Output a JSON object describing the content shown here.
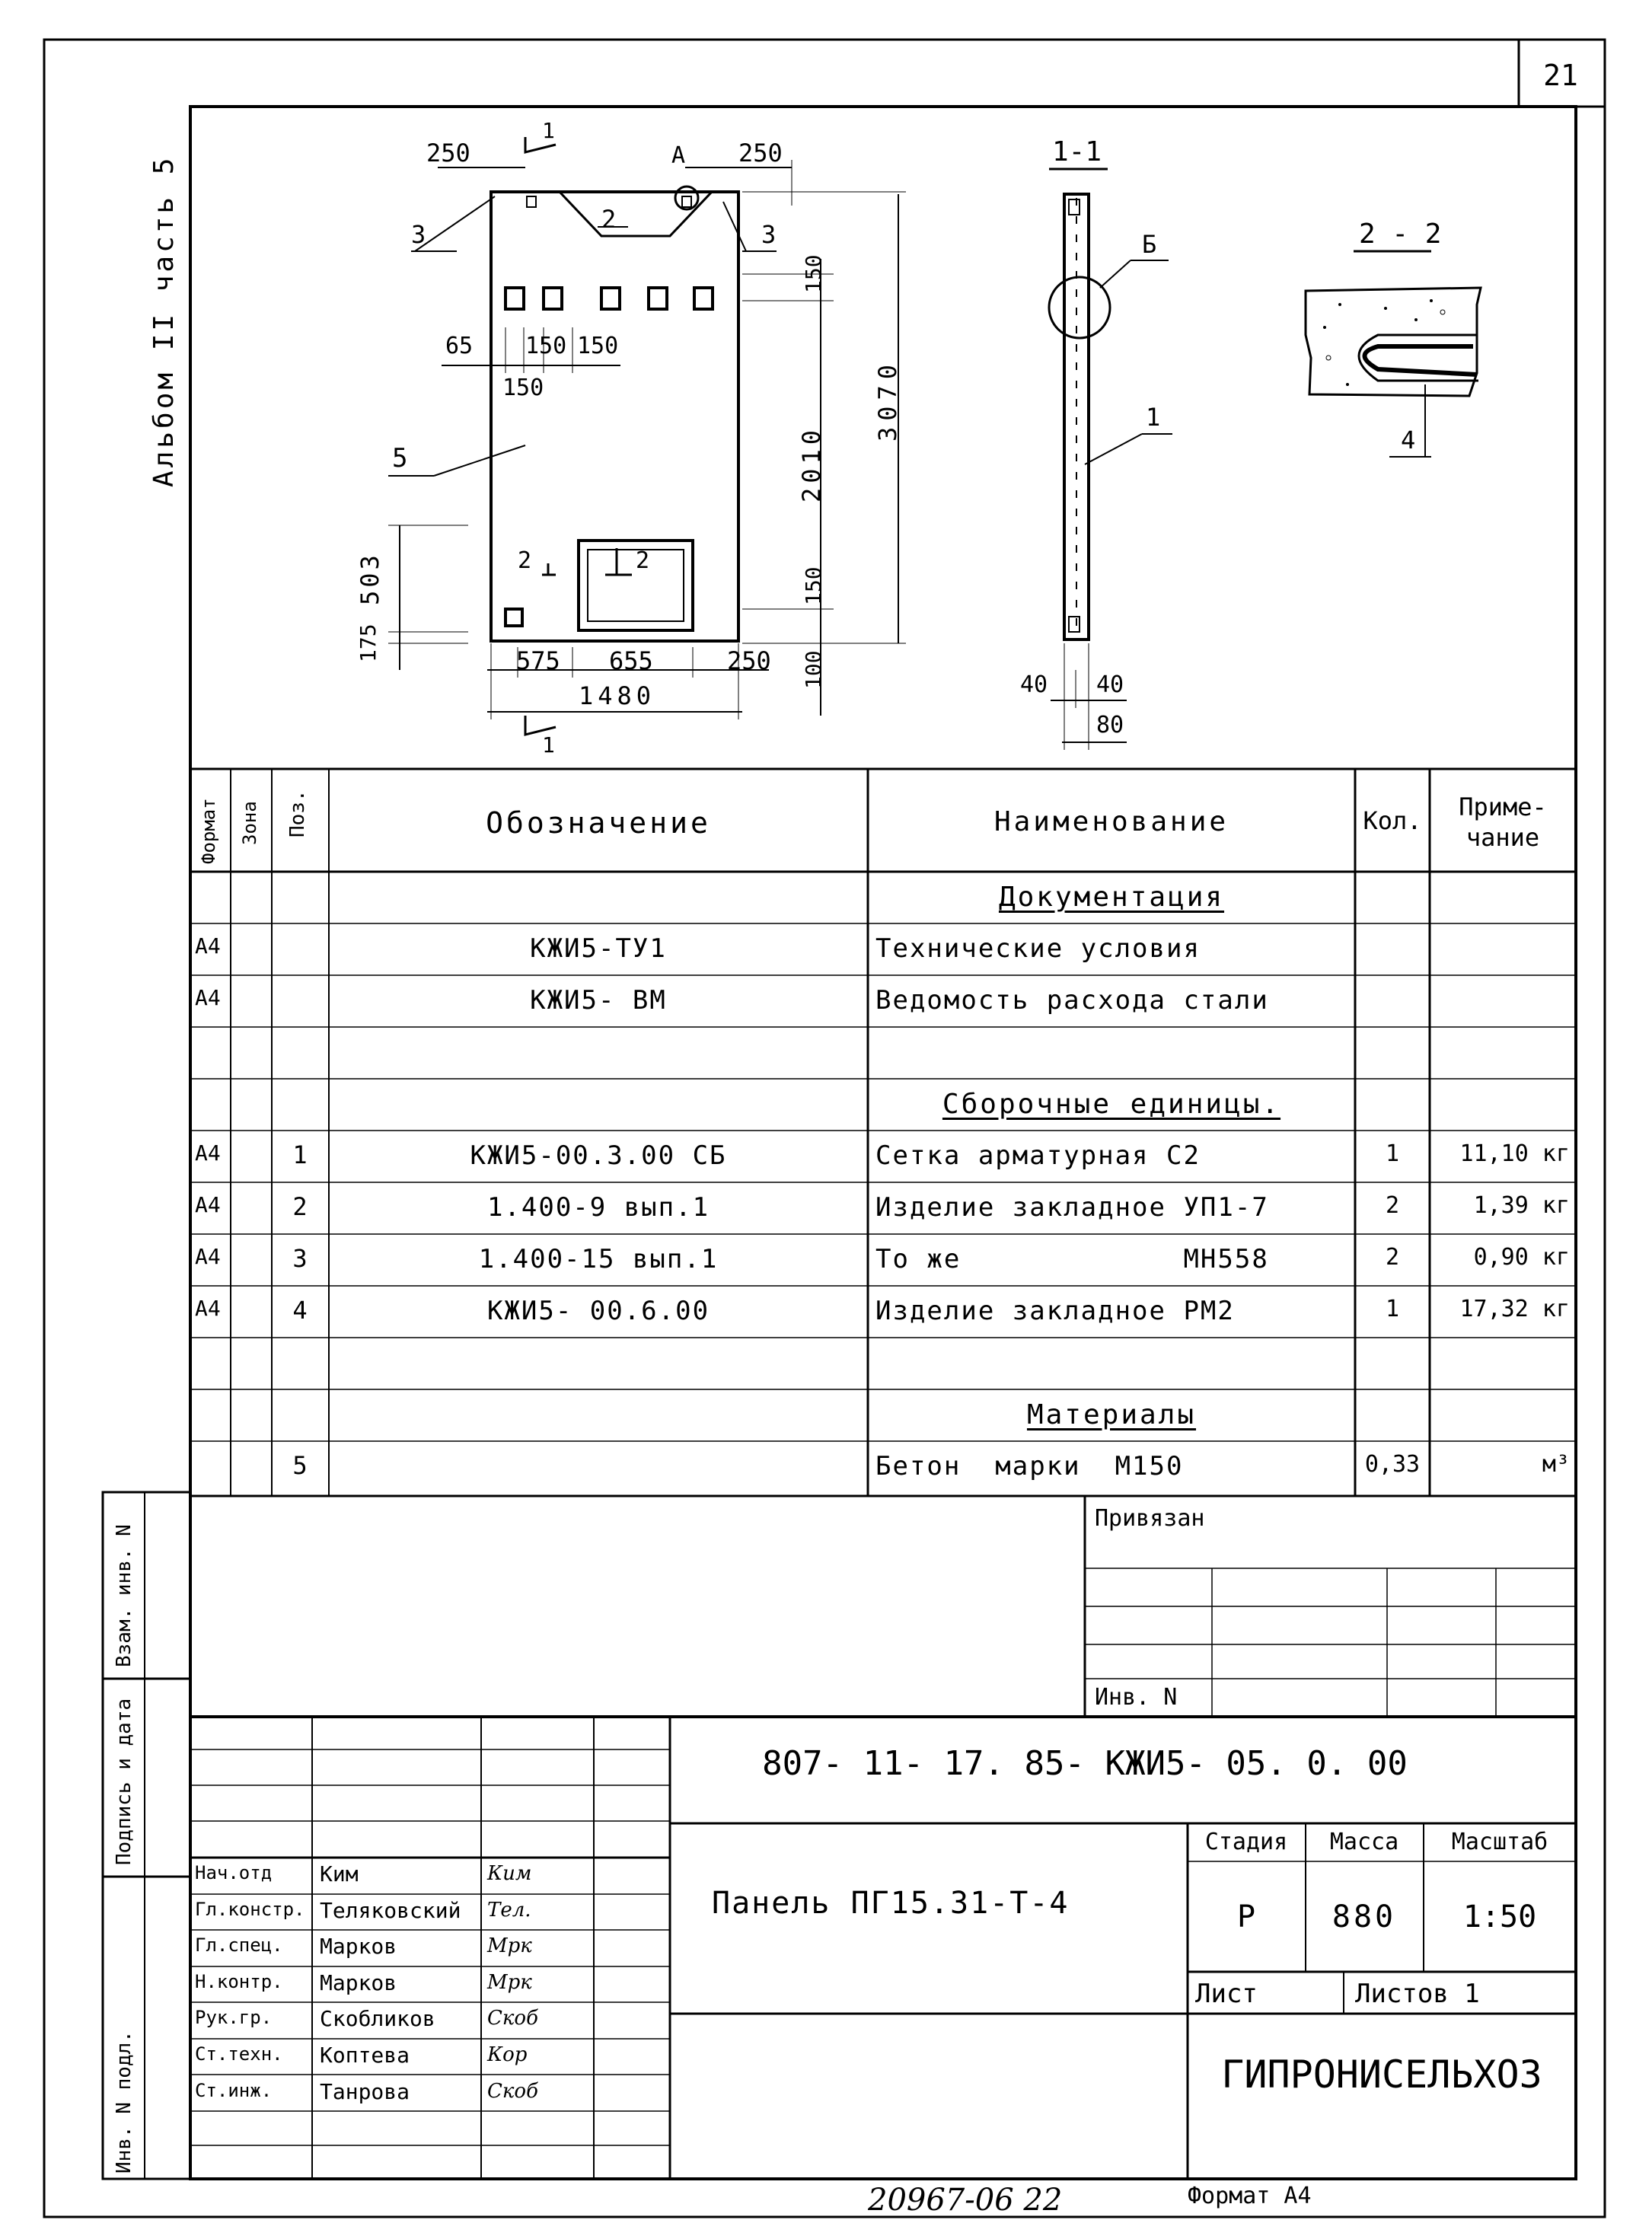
{
  "page_number": "21",
  "album_label": "Альбом II  часть 5",
  "drawing": {
    "elevation": {
      "section_mark": "1",
      "dims_top": [
        "250",
        "250"
      ],
      "detail_a": "A",
      "callouts": [
        "3",
        "2",
        "3",
        "5"
      ],
      "dim_65": "65",
      "dim_150a": "150",
      "dim_150b": "150",
      "dim_150c": "150",
      "right_dims": [
        "150",
        "2010",
        "150",
        "100"
      ],
      "total_height": "3070",
      "left_dims": [
        "503",
        "175"
      ],
      "bottom_dims": [
        "575",
        "655",
        "250"
      ],
      "total_width": "1480",
      "section2_marks": [
        "2",
        "2"
      ],
      "section1_bottom": "1"
    },
    "section_1_1": {
      "title": "1-1",
      "detail_b": "Б",
      "callout": "1",
      "dims": [
        "40",
        "40",
        "80"
      ]
    },
    "section_2_2": {
      "title": "2 - 2",
      "callout": "4"
    }
  },
  "spec": {
    "headers": {
      "format": "Формат",
      "zone": "Зона",
      "pos": "Поз.",
      "designation": "Обозначение",
      "name": "Наименование",
      "qty": "Кол.",
      "note": "Приме-\nчание"
    },
    "rows": [
      {
        "format": "",
        "pos": "",
        "designation": "",
        "name": "Документация",
        "qty": "",
        "note": "",
        "section": true
      },
      {
        "format": "А4",
        "pos": "",
        "designation": "КЖИ5-ТУ1",
        "name": "Технические условия",
        "qty": "",
        "note": ""
      },
      {
        "format": "А4",
        "pos": "",
        "designation": "КЖИ5- ВМ",
        "name": "Ведомость расхода стали",
        "qty": "",
        "note": ""
      },
      {
        "format": "",
        "pos": "",
        "designation": "",
        "name": "",
        "qty": "",
        "note": ""
      },
      {
        "format": "",
        "pos": "",
        "designation": "",
        "name": "Сборочные единицы.",
        "qty": "",
        "note": "",
        "section": true
      },
      {
        "format": "А4",
        "pos": "1",
        "designation": "КЖИ5-00.3.00 СБ",
        "name": "Сетка арматурная С2",
        "qty": "1",
        "note": "11,10 кг"
      },
      {
        "format": "А4",
        "pos": "2",
        "designation": "1.400-9  вып.1",
        "name": "Изделие закладное УП1-7",
        "qty": "2",
        "note": "1,39 кг"
      },
      {
        "format": "А4",
        "pos": "3",
        "designation": "1.400-15 вып.1",
        "name": "То же             МН558",
        "qty": "2",
        "note": "0,90 кг"
      },
      {
        "format": "А4",
        "pos": "4",
        "designation": "КЖИ5- 00.6.00",
        "name": "Изделие закладное РМ2",
        "qty": "1",
        "note": "17,32 кг"
      },
      {
        "format": "",
        "pos": "",
        "designation": "",
        "name": "",
        "qty": "",
        "note": ""
      },
      {
        "format": "",
        "pos": "",
        "designation": "",
        "name": "Материалы",
        "qty": "",
        "note": "",
        "section": true
      },
      {
        "format": "",
        "pos": "5",
        "designation": "",
        "name": "Бетон  марки  М150",
        "qty": "0,33",
        "note": "м³"
      }
    ]
  },
  "binding": {
    "privyazan": "Привязан",
    "inv": "Инв. N"
  },
  "side_stamp": {
    "vzam": "Взам. инв. N",
    "podpis": "Подпись и дата",
    "inv_podl": "Инв. N подл."
  },
  "title_block": {
    "code": "807- 11- 17. 85- КЖИ5- 05. 0. 00",
    "object_name": "Панель  ПГ15.31-Т-4",
    "stage_label": "Стадия",
    "mass_label": "Масса",
    "scale_label": "Масштаб",
    "stage": "Р",
    "mass": "880",
    "scale": "1:50",
    "sheet_label": "Лист",
    "sheets_label": "Листов  1",
    "org": "ГИПРОНИСЕЛЬХОЗ",
    "staff": [
      {
        "role": "Нач.отд",
        "name": "Ким",
        "sig": "Ким"
      },
      {
        "role": "Гл.констр.",
        "name": "Теляковский",
        "sig": "Тел."
      },
      {
        "role": "Гл.спец.",
        "name": "Марков",
        "sig": "Мрк"
      },
      {
        "role": "Н.контр.",
        "name": "Марков",
        "sig": "Мрк"
      },
      {
        "role": "Рук.гр.",
        "name": "Скобликов",
        "sig": "Скоб"
      },
      {
        "role": "Ст.техн.",
        "name": "Коптева",
        "sig": "Кор"
      },
      {
        "role": "Ст.инж.",
        "name": "Танрова",
        "sig": "Скоб"
      }
    ]
  },
  "footer": {
    "archive": "20967-06  22",
    "format": "Формат А4"
  }
}
